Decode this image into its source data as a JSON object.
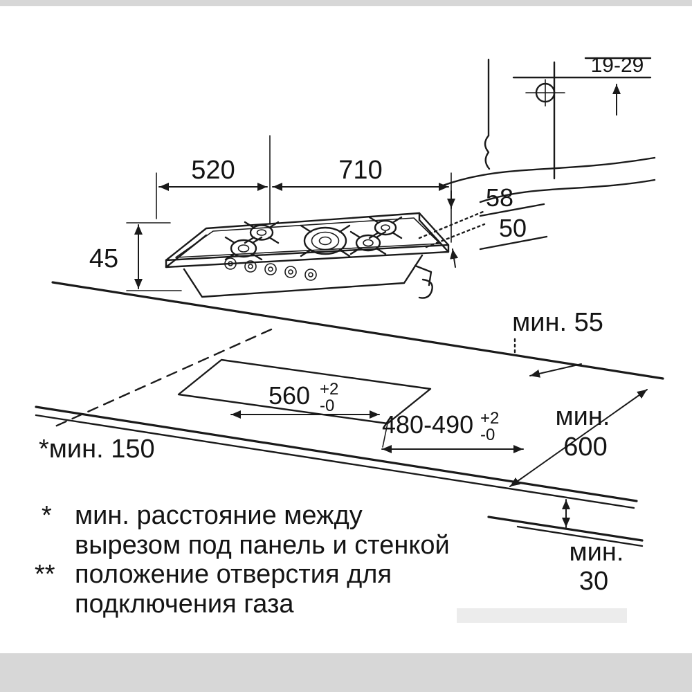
{
  "colors": {
    "ink": "#1a1a1a",
    "edge_band": "#d7d7d7",
    "watermark_bar": "#ececec",
    "background": "#ffffff"
  },
  "dimensions": {
    "gas_hole_offset": "19-29",
    "hob_depth": "520",
    "hob_width": "710",
    "body_height": "58",
    "clearance_below": "50",
    "hob_build_in_height": "45",
    "min_rear_clearance": "мин. 55",
    "cutout_width": "560",
    "cutout_width_tol_upper": "+2",
    "cutout_width_tol_lower": "-0",
    "cutout_depth": "480-490",
    "cutout_depth_tol_upper": "+2",
    "cutout_depth_tol_lower": "-0",
    "min_side_clearance": "*мин. 150",
    "min_worktop_depth_word": "мин.",
    "min_worktop_depth_value": "600",
    "min_gap_below_word": "мин.",
    "min_gap_below_value": "30"
  },
  "footnotes": {
    "marker_single": "*",
    "note1_line1": "мин. расстояние между",
    "note1_line2": "вырезом под панель и стенкой",
    "marker_double": "**",
    "note2_line1": "положение отверстия для",
    "note2_line2": "подключения газа"
  }
}
